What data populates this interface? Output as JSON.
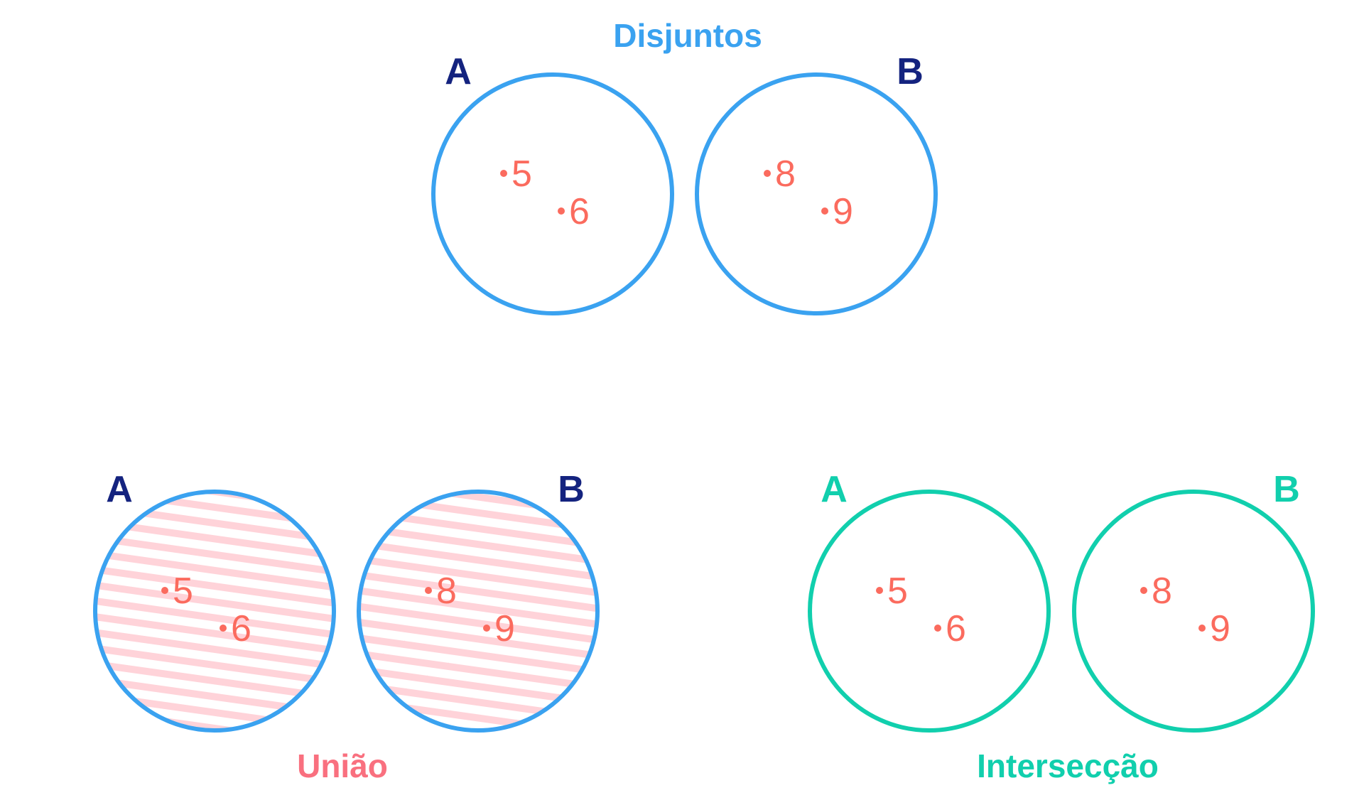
{
  "colors": {
    "blue": "#3aa2f0",
    "navy": "#14237f",
    "teal": "#11cfad",
    "coral": "#fb6b5e",
    "pink": "#f9707f",
    "stripe": "#ffd3d9"
  },
  "diagrams": {
    "disjuntos": {
      "title": "Disjuntos",
      "set_a": {
        "label": "A",
        "elements": [
          "5",
          "6"
        ]
      },
      "set_b": {
        "label": "B",
        "elements": [
          "8",
          "9"
        ]
      }
    },
    "uniao": {
      "caption": "União",
      "set_a": {
        "label": "A",
        "elements": [
          "5",
          "6"
        ]
      },
      "set_b": {
        "label": "B",
        "elements": [
          "8",
          "9"
        ]
      }
    },
    "interseccao": {
      "caption": "Intersecção",
      "set_a": {
        "label": "A",
        "elements": [
          "5",
          "6"
        ]
      },
      "set_b": {
        "label": "B",
        "elements": [
          "8",
          "9"
        ]
      }
    }
  }
}
